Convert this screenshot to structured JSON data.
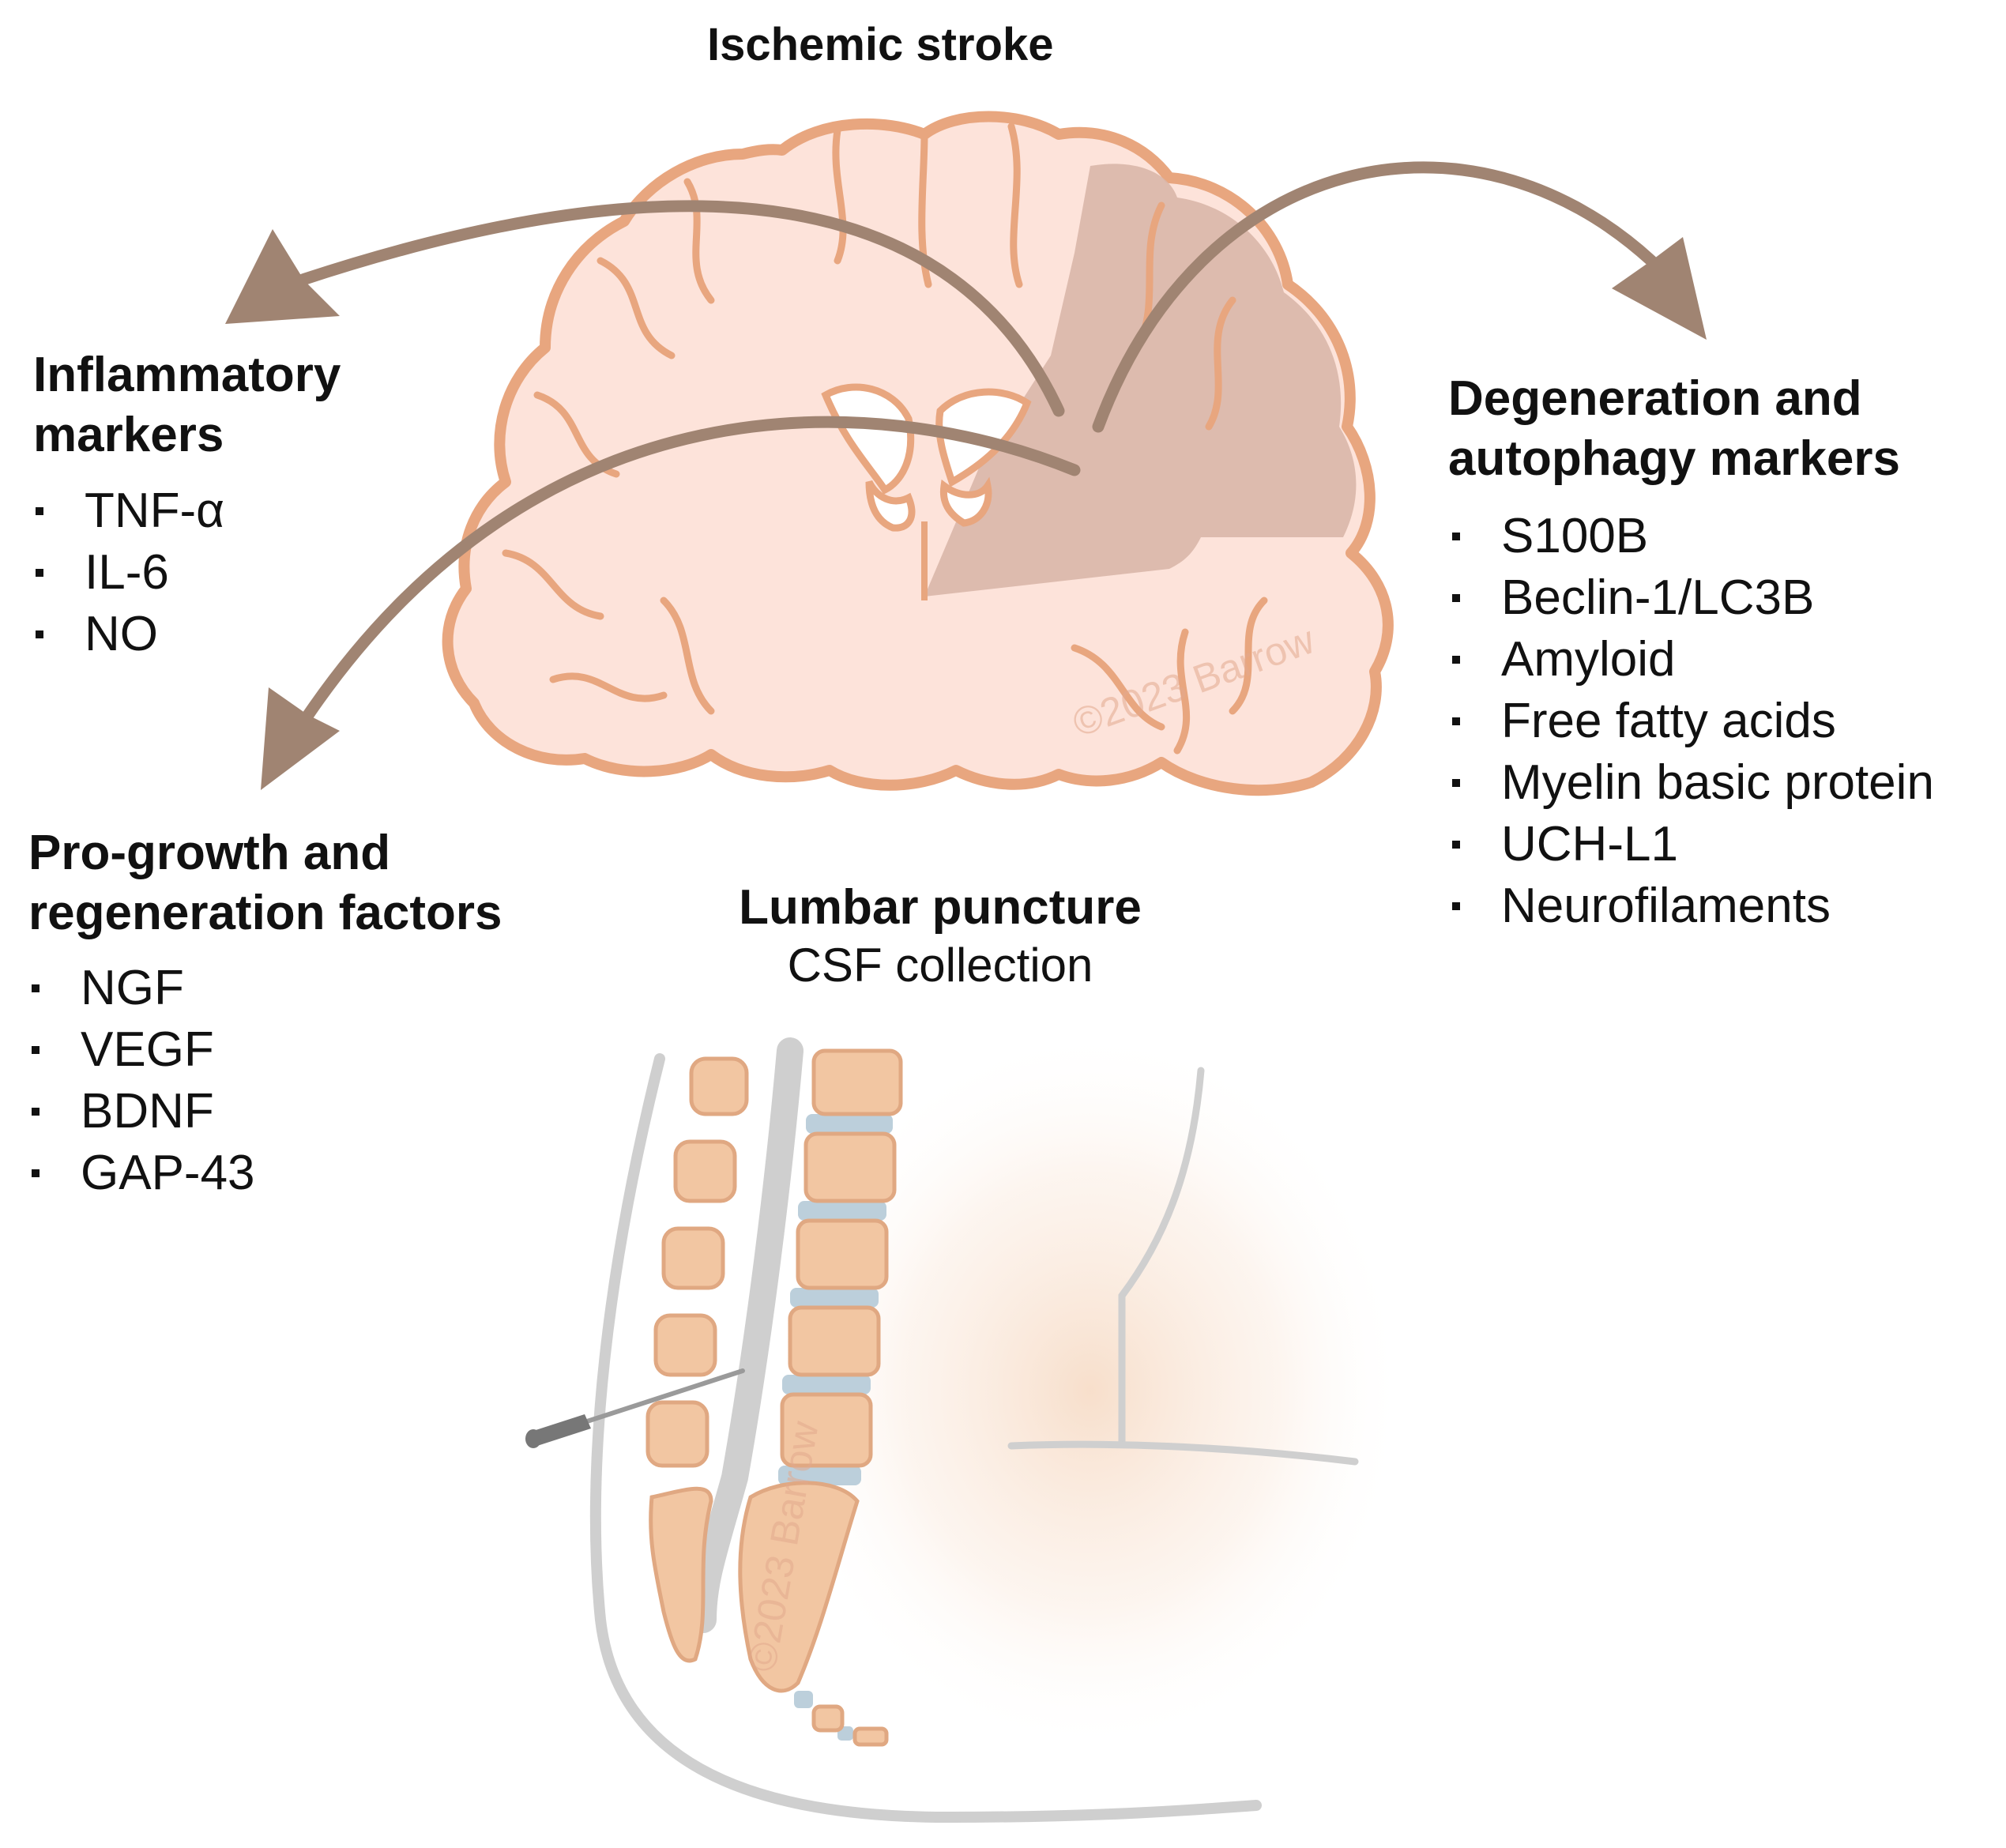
{
  "title": "Ischemic stroke",
  "procedure": {
    "title": "Lumbar puncture",
    "subtitle": "CSF collection"
  },
  "groups": {
    "inflammatory": {
      "heading_lines": [
        "Inflammatory",
        "markers"
      ],
      "items": [
        "TNF-α",
        "IL-6",
        "NO"
      ]
    },
    "progrowth": {
      "heading_lines": [
        "Pro-growth and",
        "regeneration factors"
      ],
      "items": [
        "NGF",
        "VEGF",
        "BDNF",
        "GAP-43"
      ]
    },
    "degeneration": {
      "heading_lines": [
        "Degeneration and",
        "autophagy markers"
      ],
      "items": [
        "S100B",
        "Beclin-1/LC3B",
        "Amyloid",
        "Free fatty acids",
        "Myelin basic protein",
        "UCH-L1",
        "Neurofilaments"
      ]
    }
  },
  "watermarks": [
    "©2023 Barrow",
    "©2023 Barrow"
  ],
  "colors": {
    "brain_fill": "#fde3da",
    "brain_outline": "#e8a67f",
    "infarct": "#d9b6a8",
    "arrow": "#a08472",
    "vertebra": "#f2c6a2",
    "disc": "#bccfdb",
    "body_outline": "#cfcfcf"
  }
}
